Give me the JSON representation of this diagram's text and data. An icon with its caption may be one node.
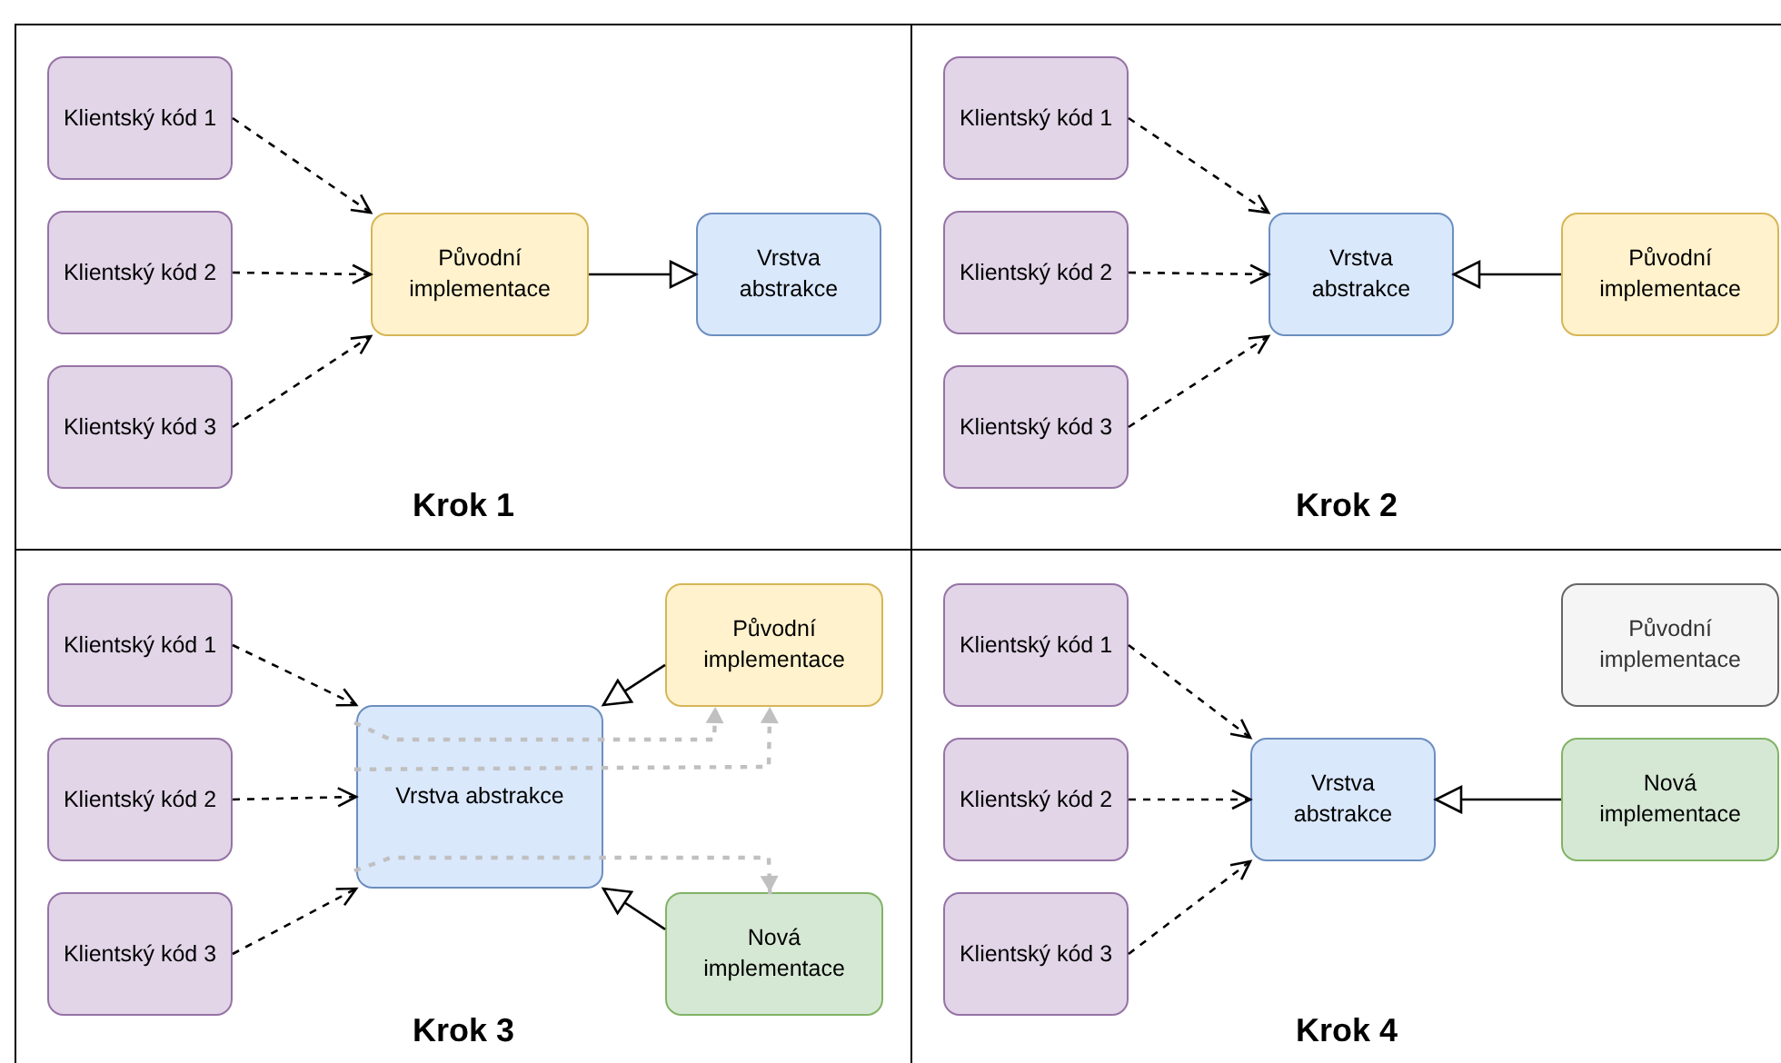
{
  "diagram": {
    "nodes": [
      {
        "text": [
          "Krok 1"
        ]
      },
      {
        "text": [
          "Klientský kód 1"
        ],
        "in": 0
      },
      {
        "text": [
          "Klientský kód 2"
        ],
        "in": 0
      },
      {
        "text": [
          "Klientský kód 3"
        ],
        "in": 0
      },
      {
        "text": [
          "Původní implementace"
        ],
        "in": 0
      },
      {
        "text": [
          "Vrstva abstrakce"
        ],
        "in": 0
      },
      {
        "text": [
          "Krok 2"
        ]
      },
      {
        "text": [
          "Klientský kód 1"
        ],
        "in": 6
      },
      {
        "text": [
          "Klientský kód 2"
        ],
        "in": 6
      },
      {
        "text": [
          "Klientský kód 3"
        ],
        "in": 6
      },
      {
        "text": [
          "Vrstva abstrakce"
        ],
        "in": 6
      },
      {
        "text": [
          "Původní implementace"
        ],
        "in": 6
      },
      {
        "text": [
          "Krok 3"
        ]
      },
      {
        "text": [
          "Klientský kód 1"
        ],
        "in": 12
      },
      {
        "text": [
          "Klientský kód 2"
        ],
        "in": 12
      },
      {
        "text": [
          "Klientský kód 3"
        ],
        "in": 12
      },
      {
        "text": [
          "Vrstva abstrakce"
        ],
        "in": 12
      },
      {
        "text": [
          "Původní implementace"
        ],
        "in": 12
      },
      {
        "text": [
          "Nová implementace"
        ],
        "in": 12
      },
      {
        "text": [
          "Krok 4"
        ]
      },
      {
        "text": [
          "Klientský kód 1"
        ],
        "in": 19
      },
      {
        "text": [
          "Klientský kód 2"
        ],
        "in": 19
      },
      {
        "text": [
          "Klientský kód 3"
        ],
        "in": 19
      },
      {
        "text": [
          "Vrstva abstrakce"
        ],
        "in": 19
      },
      {
        "text": [
          "Původní implementace"
        ],
        "in": 19
      },
      {
        "text": [
          "Nová implementace"
        ],
        "in": 19
      }
    ],
    "edges": [
      {
        "from": 1,
        "to": 4,
        "arrow": "to",
        "style": "dashed"
      },
      {
        "from": 2,
        "to": 4,
        "arrow": "to",
        "style": "dashed"
      },
      {
        "from": 3,
        "to": 4,
        "arrow": "to",
        "style": "dashed"
      },
      {
        "from": 4,
        "to": 5,
        "arrow": "to"
      },
      {
        "from": 7,
        "to": 10,
        "arrow": "to",
        "style": "dashed"
      },
      {
        "from": 8,
        "to": 10,
        "arrow": "to",
        "style": "dashed"
      },
      {
        "from": 9,
        "to": 10,
        "arrow": "to",
        "style": "dashed"
      },
      {
        "from": 11,
        "to": 10,
        "arrow": "to"
      },
      {
        "from": 13,
        "to": 16,
        "arrow": "to",
        "style": "dashed"
      },
      {
        "from": 14,
        "to": 16,
        "arrow": "to",
        "style": "dashed"
      },
      {
        "from": 15,
        "to": 16,
        "arrow": "to",
        "style": "dashed"
      },
      {
        "from": 17,
        "to": 16,
        "arrow": "to"
      },
      {
        "from": 18,
        "to": 16,
        "arrow": "to"
      },
      {
        "from": 16,
        "to": 17,
        "arrow": "to",
        "style": "dashed",
        "color": "#c0c0c0"
      },
      {
        "from": 16,
        "to": 17,
        "arrow": "to",
        "style": "dashed",
        "color": "#c0c0c0"
      },
      {
        "from": 16,
        "to": 18,
        "arrow": "to",
        "style": "dashed",
        "color": "#c0c0c0"
      },
      {
        "from": 20,
        "to": 23,
        "arrow": "to",
        "style": "dashed"
      },
      {
        "from": 21,
        "to": 23,
        "arrow": "to",
        "style": "dashed"
      },
      {
        "from": 22,
        "to": 23,
        "arrow": "to",
        "style": "dashed"
      },
      {
        "from": 25,
        "to": 23,
        "arrow": "to"
      }
    ]
  }
}
